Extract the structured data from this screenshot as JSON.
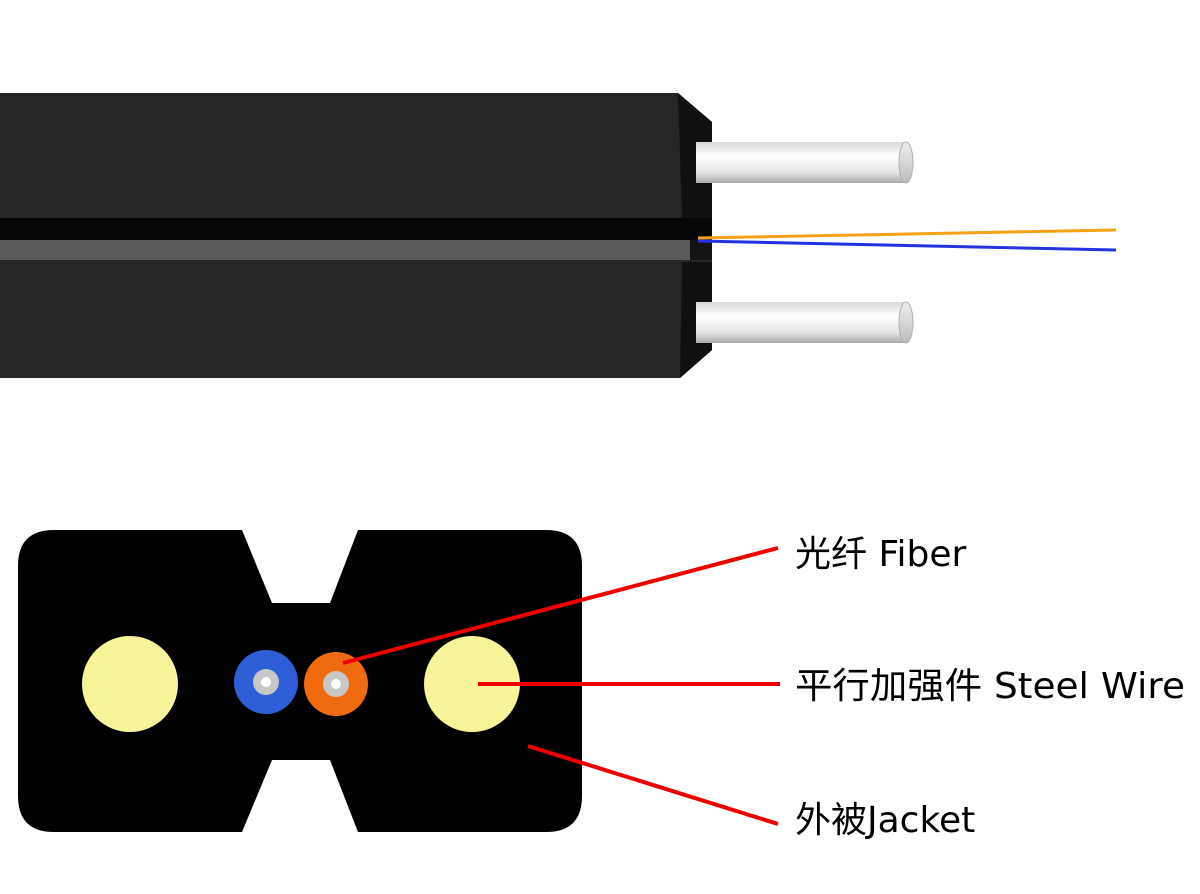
{
  "labels": {
    "fiber": "光纤 Fiber",
    "steel_wire": "平行加强件 Steel Wire",
    "jacket": "外被Jacket"
  },
  "colors": {
    "jacket": "#000000",
    "jacket_side": "#262626",
    "groove": "#5a5a5a",
    "steel_wire": "#f7f49a",
    "fiber_blue": "#2f5fd6",
    "fiber_orange": "#f06a10",
    "fiber_core": "#c8c8c8",
    "leader_line": "#ee0000",
    "fiber_strand_orange": "#f5a21a",
    "fiber_strand_blue": "#2433e0"
  }
}
